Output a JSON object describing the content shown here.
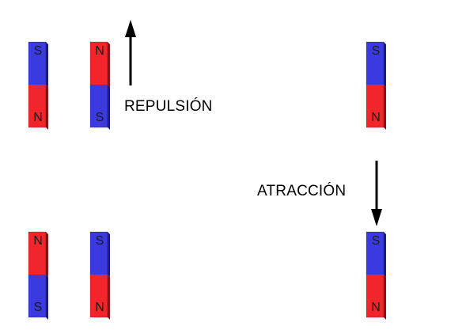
{
  "colors": {
    "north": "#f2252a",
    "south": "#3a3adf",
    "north_side": "#8c1414",
    "south_side": "#1c1c8a",
    "arrow": "#000000"
  },
  "labels": {
    "repulsion": "REPULSIÓN",
    "attraction": "ATRACCIÓN"
  },
  "magnets": [
    {
      "top": "S",
      "bottom": "N"
    },
    {
      "top": "N",
      "bottom": "S"
    },
    {
      "top": "S",
      "bottom": "N"
    },
    {
      "top": "N",
      "bottom": "S"
    },
    {
      "top": "S",
      "bottom": "N"
    },
    {
      "top": "S",
      "bottom": "N"
    }
  ]
}
